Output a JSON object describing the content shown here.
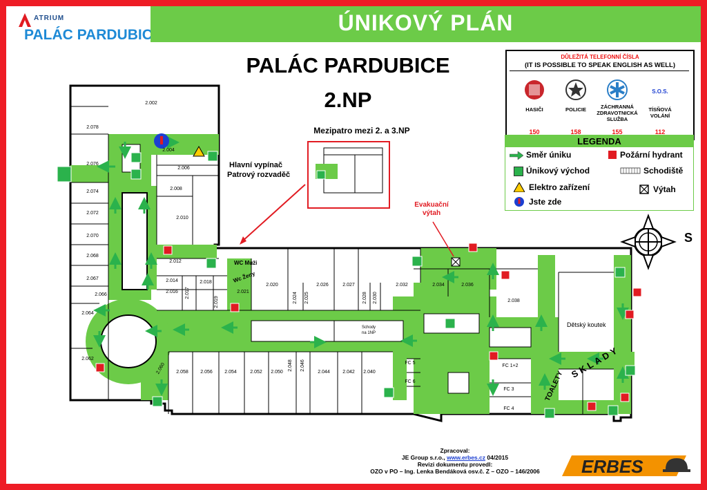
{
  "header": {
    "logo_small": "ATRIUM",
    "logo_name": "PALÁC PARDUBICE",
    "title": "ÚNIKOVÝ PLÁN"
  },
  "plan": {
    "title": "PALÁC PARDUBICE",
    "floor": "2.NP",
    "mezzanine_label": "Mezipatro mezi 2. a 3.NP",
    "main_switch": "Hlavní vypínač",
    "floor_switchboard": "Patrový rozvaděč",
    "evac_lift_1": "Evakuační",
    "evac_lift_2": "výtah",
    "wc_men": "WC Muži",
    "wc_women": "Wc Ženy",
    "stairs_1": "Schody",
    "stairs_2": "na 1NP",
    "kids_corner": "Dětský koutek",
    "toalety": "TOALETY",
    "sklady": "SKLADY",
    "compass_letter": "S",
    "rooms": [
      {
        "id": "2.002",
        "label": "2.002"
      },
      {
        "id": "2.004",
        "label": "2.004"
      },
      {
        "id": "2.006",
        "label": "2.006"
      },
      {
        "id": "2.008",
        "label": "2.008"
      },
      {
        "id": "2.010",
        "label": "2.010"
      },
      {
        "id": "2.012",
        "label": "2.012"
      },
      {
        "id": "2.014",
        "label": "2.014"
      },
      {
        "id": "2.016",
        "label": "2.016"
      },
      {
        "id": "2.017",
        "label": "2.017"
      },
      {
        "id": "2.018",
        "label": "2.018"
      },
      {
        "id": "2.019",
        "label": "2.019"
      },
      {
        "id": "2.020",
        "label": "2.020"
      },
      {
        "id": "2.021",
        "label": "2.021"
      },
      {
        "id": "2.024",
        "label": "2.024"
      },
      {
        "id": "2.025",
        "label": "2.025"
      },
      {
        "id": "2.026",
        "label": "2.026"
      },
      {
        "id": "2.027",
        "label": "2.027"
      },
      {
        "id": "2.028",
        "label": "2.028"
      },
      {
        "id": "2.030",
        "label": "2.030"
      },
      {
        "id": "2.032",
        "label": "2.032"
      },
      {
        "id": "2.034",
        "label": "2.034"
      },
      {
        "id": "2.036",
        "label": "2.036"
      },
      {
        "id": "2.038",
        "label": "2.038"
      },
      {
        "id": "2.040",
        "label": "2.040"
      },
      {
        "id": "2.042",
        "label": "2.042"
      },
      {
        "id": "2.044",
        "label": "2.044"
      },
      {
        "id": "2.046",
        "label": "2.046"
      },
      {
        "id": "2.048",
        "label": "2.048"
      },
      {
        "id": "2.050",
        "label": "2.050"
      },
      {
        "id": "2.052",
        "label": "2.052"
      },
      {
        "id": "2.054",
        "label": "2.054"
      },
      {
        "id": "2.056",
        "label": "2.056"
      },
      {
        "id": "2.058",
        "label": "2.058"
      },
      {
        "id": "2.060",
        "label": "2.060"
      },
      {
        "id": "2.062",
        "label": "2.062"
      },
      {
        "id": "2.064",
        "label": "2.064"
      },
      {
        "id": "2.066",
        "label": "2.066"
      },
      {
        "id": "2.067",
        "label": "2.067"
      },
      {
        "id": "2.068",
        "label": "2.068"
      },
      {
        "id": "2.070",
        "label": "2.070"
      },
      {
        "id": "2.072",
        "label": "2.072"
      },
      {
        "id": "2.074",
        "label": "2.074"
      },
      {
        "id": "2.076",
        "label": "2.076"
      },
      {
        "id": "2.078",
        "label": "2.078"
      },
      {
        "id": "FC5",
        "label": "FC 5"
      },
      {
        "id": "FC6",
        "label": "FC 6"
      },
      {
        "id": "FC12",
        "label": "FC 1+2"
      },
      {
        "id": "FC3",
        "label": "FC 3"
      },
      {
        "id": "FC4",
        "label": "FC 4"
      }
    ]
  },
  "phones": {
    "title": "DŮLEŽITÁ TELEFONNÍ ČÍSLA",
    "subtitle": "(IT IS POSSIBLE TO SPEAK ENGLISH AS WELL)",
    "sos": "S.O.S.",
    "items": [
      {
        "label": "HASIČI",
        "number": "150"
      },
      {
        "label": "POLICIE",
        "number": "158"
      },
      {
        "label": "ZÁCHRANNÁ ZDRAVOTNICKÁ SLUŽBA",
        "number": "155"
      },
      {
        "label": "TÍSŇOVÁ VOLÁNÍ",
        "number": "112"
      }
    ]
  },
  "legend": {
    "title": "LEGENDA",
    "escape_direction": "Směr úniku",
    "fire_hydrant": "Požární hydrant",
    "emergency_exit": "Únikový východ",
    "staircase": "Schodiště",
    "electrical": "Elektro zařízení",
    "elevator": "Výtah",
    "you_are_here": "Jste zde"
  },
  "footer": {
    "line1": "Zpracoval:",
    "line2a": "JE Group s.r.o., ",
    "link": "www.erbes.cz",
    "line2b": " 04/2015",
    "line3": "Revizi dokumentu provedl:",
    "line4": "OZO v PO – Ing. Lenka Bendáková osv.č. Z – OZO – 146/2006",
    "brand": "ERBES"
  },
  "colors": {
    "frame": "#ee1c25",
    "green": "#6ccb48",
    "arrow": "#2bb24c",
    "red": "#e11b22",
    "blue": "#1c3fd1"
  }
}
